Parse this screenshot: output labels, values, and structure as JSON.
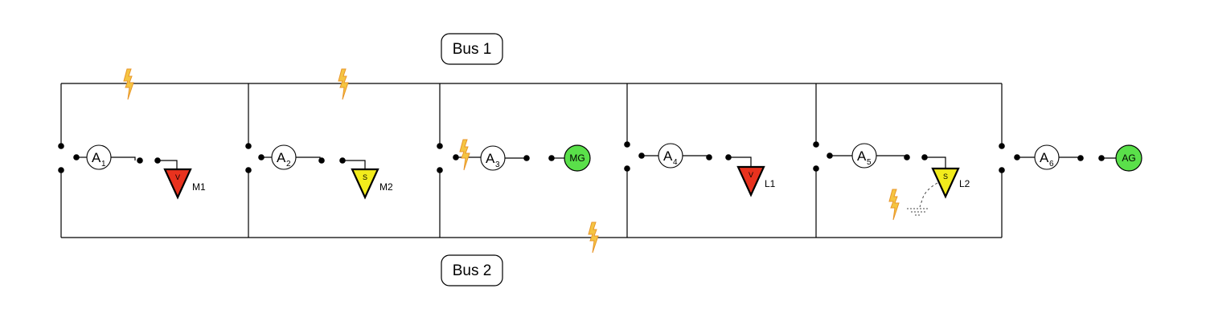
{
  "buses": [
    {
      "id": "bus1",
      "label": "Bus 1"
    },
    {
      "id": "bus2",
      "label": "Bus 2"
    }
  ],
  "ammeters": [
    {
      "letter": "A",
      "sub": "1"
    },
    {
      "letter": "A",
      "sub": "2"
    },
    {
      "letter": "A",
      "sub": "3"
    },
    {
      "letter": "A",
      "sub": "4"
    },
    {
      "letter": "A",
      "sub": "5"
    },
    {
      "letter": "A",
      "sub": "6"
    }
  ],
  "loads": [
    {
      "name": "M1",
      "symbol": "V",
      "color": "#e8321e"
    },
    {
      "name": "M2",
      "symbol": "S",
      "color": "#f2ec1c"
    },
    {
      "name": "L1",
      "symbol": "V",
      "color": "#e8321e"
    },
    {
      "name": "L2",
      "symbol": "S",
      "color": "#f2ec1c"
    }
  ],
  "generators": [
    {
      "label": "MG",
      "color": "#5ae04a"
    },
    {
      "label": "AG",
      "color": "#5ae04a"
    }
  ],
  "fault_color": "#f5c542"
}
